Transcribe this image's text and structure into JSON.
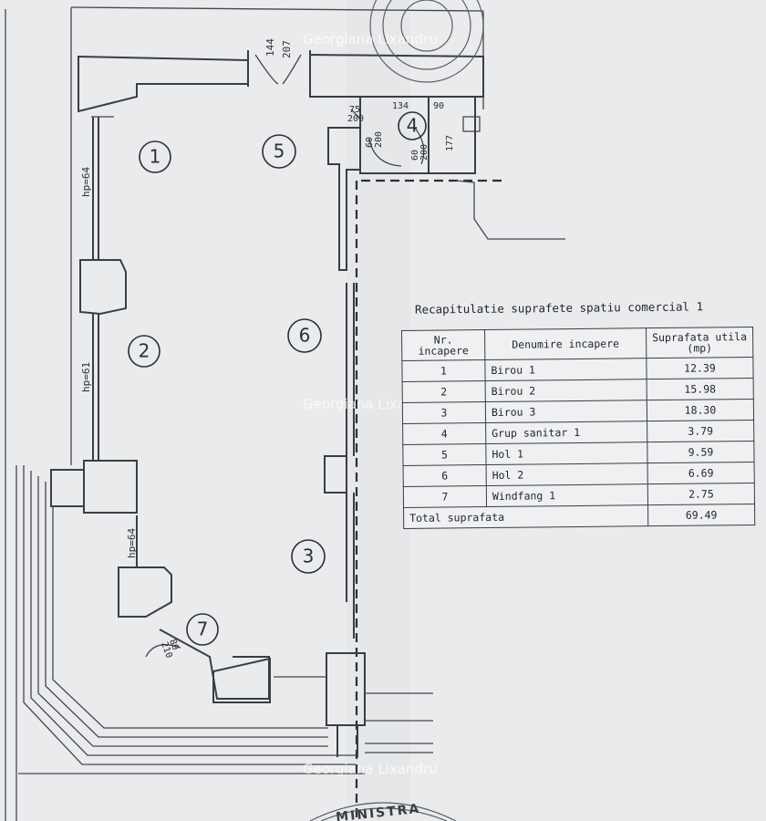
{
  "watermark": "Georgiana Lixandru",
  "seal_text": "MINISTRA",
  "rooms": [
    {
      "id": "1"
    },
    {
      "id": "2"
    },
    {
      "id": "3"
    },
    {
      "id": "4"
    },
    {
      "id": "5"
    },
    {
      "id": "6"
    },
    {
      "id": "7"
    }
  ],
  "dimensions": {
    "door_top_a": "144",
    "door_top_b": "207",
    "door_wc_a": "75",
    "door_wc_b": "200",
    "wc_width_a": "134",
    "wc_width_b": "90",
    "wc_depth": "177",
    "wc_door_a": "60",
    "wc_door_b": "200",
    "wc_door_c": "60",
    "wc_door_d": "200",
    "hp_1": "hp=64",
    "hp_2": "hp=61",
    "hp_3": "hp=64",
    "door_7_a": "80",
    "door_7_b": "210"
  },
  "table": {
    "title": "Recapitulatie suprafete spatiu comercial 1",
    "headers": {
      "nr": "Nr. incapere",
      "name": "Denumire incapere",
      "area": "Suprafata utila (mp)"
    },
    "rows": [
      {
        "nr": "1",
        "name": "Birou 1",
        "area": "12.39"
      },
      {
        "nr": "2",
        "name": "Birou 2",
        "area": "15.98"
      },
      {
        "nr": "3",
        "name": "Birou 3",
        "area": "18.30"
      },
      {
        "nr": "4",
        "name": "Grup sanitar 1",
        "area": "3.79"
      },
      {
        "nr": "5",
        "name": "Hol 1",
        "area": "9.59"
      },
      {
        "nr": "6",
        "name": "Hol 2",
        "area": "6.69"
      },
      {
        "nr": "7",
        "name": "Windfang 1",
        "area": "2.75"
      }
    ],
    "total_label": "Total suprafata",
    "total_value": "69.49"
  }
}
